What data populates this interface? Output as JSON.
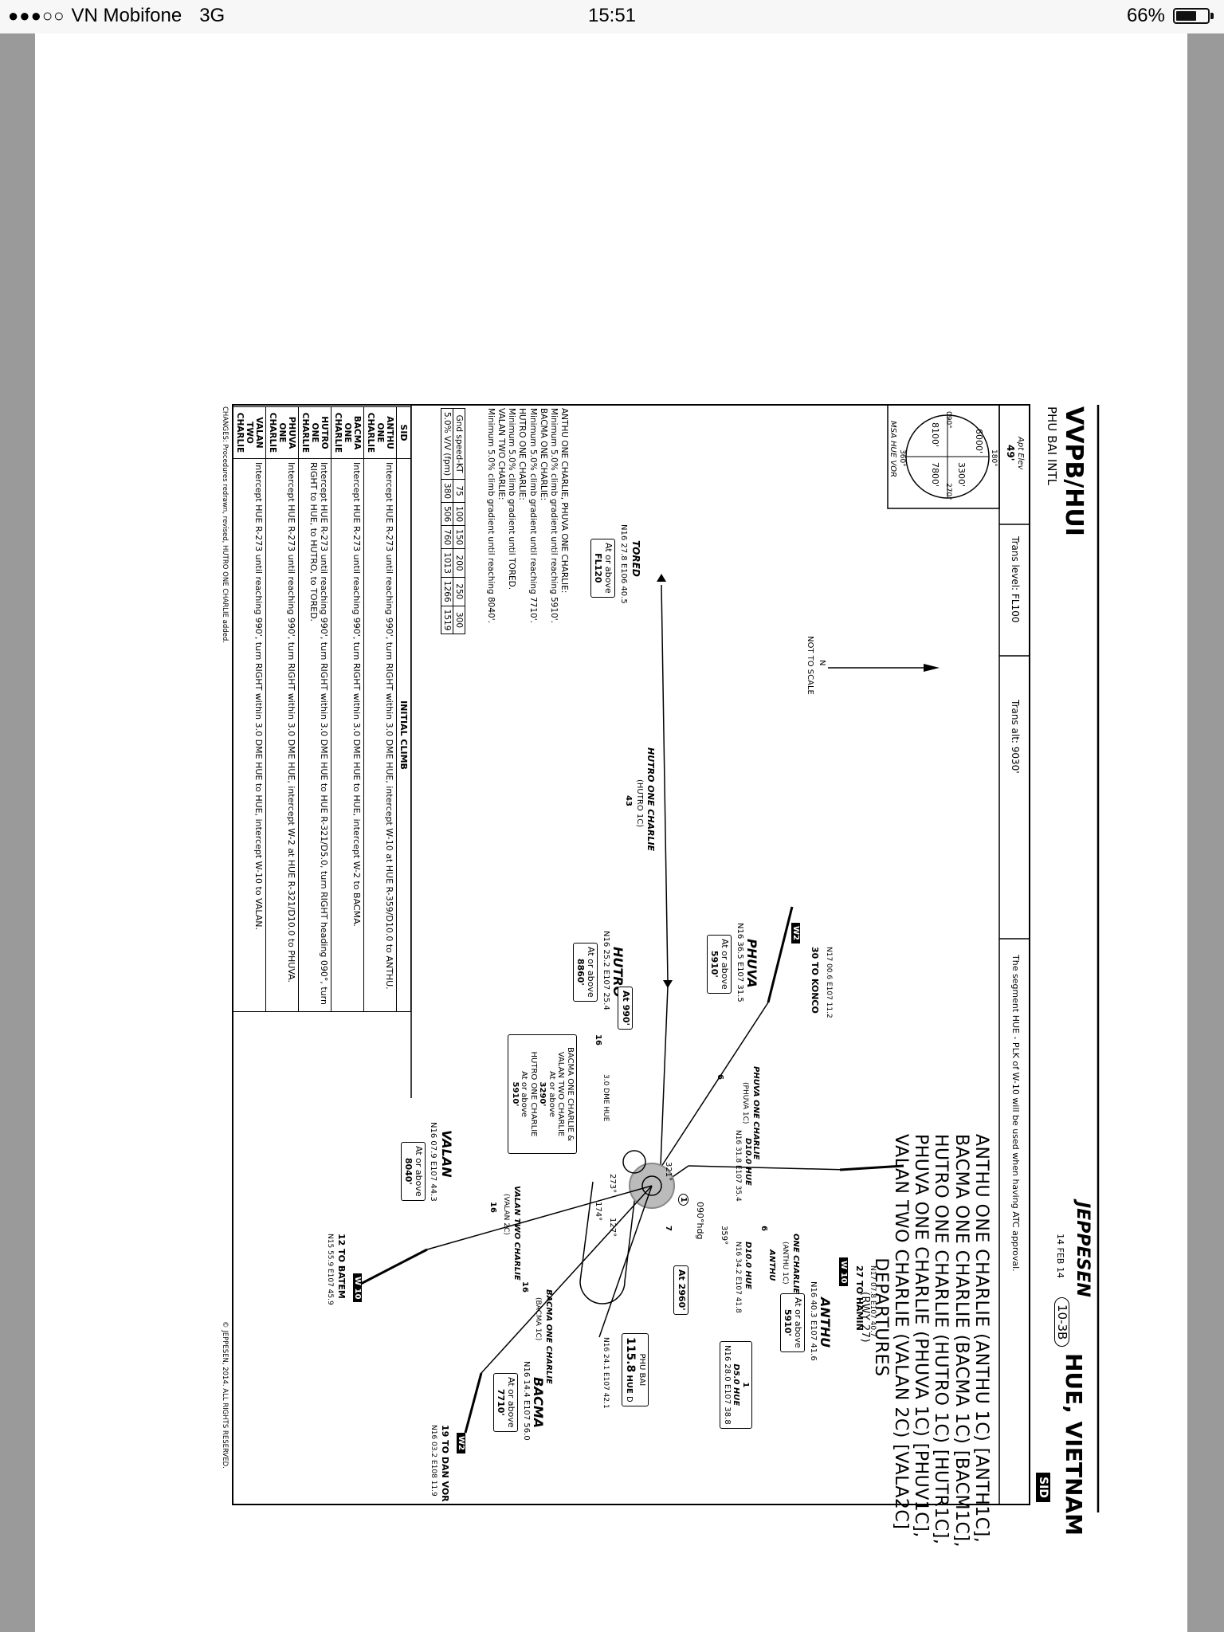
{
  "status_bar": {
    "carrier": "VN Mobifone",
    "network": "3G",
    "time": "15:51",
    "battery": "66%",
    "battery_level": 0.66
  },
  "chart": {
    "airport_id": "VVPB/HUI",
    "airport_name": "PHU BAI INTL",
    "publisher": "JEPPESEN",
    "date": "14 FEB 14",
    "chart_number": "10-3B",
    "location": "HUE, VIETNAM",
    "sid_tag": "SID",
    "apt_elev_label": "Apt Elev",
    "apt_elev_value": "49'",
    "trans_level": "Trans level: FL100",
    "trans_alt": "Trans alt: 9030'",
    "atc_note": "The segment HUE - PLK of W-10 will be used when having ATC approval.",
    "title_lines": [
      "ANTHU ONE CHARLIE (ANTHU 1C) [ANTH1C],",
      "BACMA ONE CHARLIE (BACMA 1C) [BACM1C],",
      "HUTRO ONE CHARLIE (HUTRO 1C) [HUTR1C],",
      "PHUVA ONE CHARLIE (PHUVA 1C) [PHUV1C],",
      "VALAN TWO CHARLIE (VALAN 2C) [VALA2C]",
      "DEPARTURES",
      "(RWY 27)"
    ],
    "msa": {
      "label": "MSA HUE VOR",
      "sectors": [
        "6000'",
        "3300'",
        "7800'",
        "8100'"
      ],
      "bearings": [
        "180°",
        "270°",
        "360°",
        "090°"
      ]
    },
    "not_to_scale": "NOT TO SCALE",
    "north": "N",
    "climb_notes": [
      "ANTHU ONE CHARLIE, PHUVA ONE CHARLIE:",
      "Minimum 5.0% climb gradient until reaching 5910'.",
      "BACMA ONE CHARLIE:",
      "Minimum 5.0% climb gradient until reaching 7710'.",
      "HUTRO ONE CHARLIE:",
      "Minimum 5.0% climb gradient until TORED.",
      "VALAN TWO CHARLIE:",
      "Minimum 5.0% climb gradient until reaching 8040'."
    ],
    "climb_table": {
      "row1_label": "Gnd speed-KT",
      "row2_label": "5.0% V/V (fpm)",
      "speeds": [
        "75",
        "100",
        "150",
        "200",
        "250",
        "300"
      ],
      "rates": [
        "380",
        "506",
        "760",
        "1013",
        "1266",
        "1519"
      ]
    },
    "fixes": {
      "tored": {
        "name": "TORED",
        "coord": "N16 27.8 E106 40.5",
        "alt_label": "At or above",
        "alt": "FL120"
      },
      "phuva": {
        "name": "PHUVA",
        "coord": "N16 36.5 E107 31.5",
        "alt_label": "At or above",
        "alt": "5910'"
      },
      "hutro": {
        "name": "HUTRO",
        "coord": "N16 25.2 E107 25.4",
        "alt_label": "At or above",
        "alt": "8860'"
      },
      "anthu": {
        "name": "ANTHU",
        "coord": "N16 40.3 E107 41.6",
        "alt_label": "At or above",
        "alt": "5910'"
      },
      "bacma": {
        "name": "BACMA",
        "coord": "N16 14.4 E107 56.0",
        "alt_label": "At or above",
        "alt": "7710'"
      },
      "valan": {
        "name": "VALAN",
        "coord": "N16 07.9 E107 44.3",
        "alt_label": "At or above",
        "alt": "8040'"
      }
    },
    "route_labels": {
      "hutro_route": "HUTRO ONE CHARLIE",
      "hutro_short": "(HUTRO 1C)",
      "hutro_dist": "43",
      "phuva_route": "PHUVA ONE CHARLIE",
      "phuva_short": "(PHUVA 1C)",
      "anthu_route": "ONE CHARLIE",
      "anthu_short": "(ANTHU 1C)",
      "anthu_name": "ANTHU",
      "valan_route": "VALAN TWO CHARLIE",
      "valan_short": "(VALAN 2C)",
      "bacma_route": "BACMA ONE CHARLIE",
      "bacma_short": "(BACMA 1C)",
      "d10_hue_a": "D10.0 HUE",
      "d10_coord_a": "N16 31.8 E107 35.4",
      "d10_hue_b": "D10.0 HUE",
      "d10_coord_b": "N16 34.2 E107 41.8",
      "d5_hue": "D5.0 HUE",
      "d5_coord": "N16 28.0 E107 38.8",
      "d5_num": "1",
      "konco": "30 TO KONCO",
      "konco_coord": "N17 00.6 E107 11.2",
      "hamin": "27 TO HAMIN",
      "hamin_coord": "N17 07.8 E107 40.7",
      "batem": "12 TO BATEM",
      "batem_coord": "N15 55.9 E107 45.9",
      "danvor": "19 TO DAN VOR",
      "danvor_coord": "N16 03.2 E108 11.9",
      "w2": "W2",
      "w10": "W 10",
      "at990": "At 990'",
      "at2960": "At 2960'",
      "dme3": "3.0 DME HUE",
      "hdg090": "090°hdg",
      "r359": "359°",
      "r273": "273°",
      "r321": "321°",
      "r174": "174°",
      "r127": "127°",
      "d16a": "16",
      "d16b": "16",
      "d16c": "16",
      "d6a": "6",
      "d6b": "6",
      "d7": "7",
      "num1": "1"
    },
    "bacma_valan_box": [
      "BACMA ONE CHARLIE &",
      "VALAN TWO CHARLIE",
      "At or above",
      "3290'",
      "HUTRO ONE CHARLIE",
      "At or above",
      "5910'"
    ],
    "vor": {
      "name": "PHU BAI",
      "freq": "115.8",
      "id": "HUE",
      "d": "D",
      "coord": "N16 24.1 E107 42.1"
    },
    "sid_table": {
      "header_sid": "SID",
      "header_climb": "INITIAL CLIMB",
      "rows": [
        {
          "name": "ANTHU ONE CHARLIE",
          "text": "Intercept HUE R-273 until reaching 990', turn RIGHT within 3.0 DME HUE, intercept W-10 at HUE R-359/D10.0 to ANTHU."
        },
        {
          "name": "BACMA ONE CHARLIE",
          "text": "Intercept HUE R-273 until reaching 990', turn RIGHT within 3.0 DME HUE to HUE, intercept W-2 to BACMA."
        },
        {
          "name": "HUTRO ONE CHARLIE",
          "text": "Intercept HUE R-273 until reaching 990', turn RIGHT within 3.0 DME HUE to HUE R-321/D5.0, turn RIGHT heading 090°, turn RIGHT to HUE, to HUTRO, to TORED."
        },
        {
          "name": "PHUVA ONE CHARLIE",
          "text": "Intercept HUE R-273 until reaching 990', turn RIGHT within 3.0 DME HUE, intercept W-2 at HUE R-321/D10.0 to PHUVA."
        },
        {
          "name": "VALAN TWO CHARLIE",
          "text": "Intercept HUE R-273 until reaching 990', turn RIGHT within 3.0 DME HUE to HUE, intercept W-10 to VALAN."
        }
      ]
    },
    "changes": "CHANGES: Procedures redrawn, revised, HUTRO ONE CHARLIE added.",
    "copyright": "© JEPPESEN, 2014. ALL RIGHTS RESERVED."
  }
}
